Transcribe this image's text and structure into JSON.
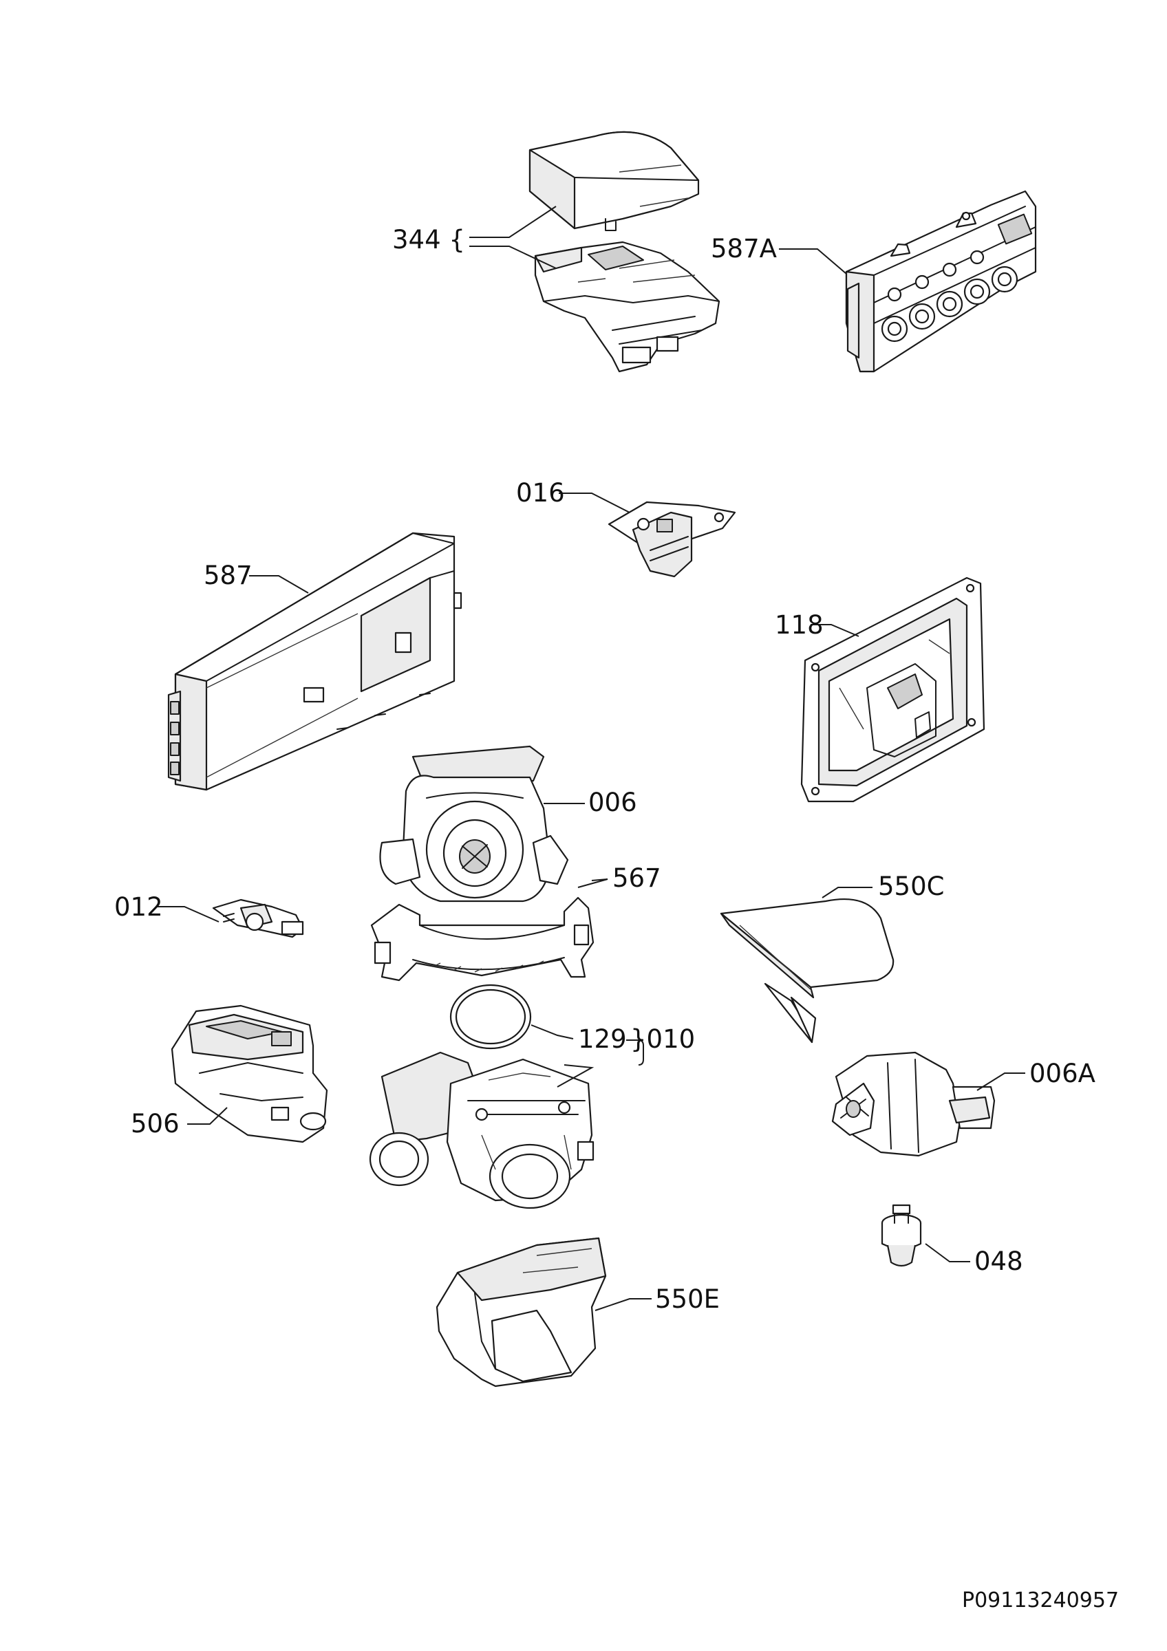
{
  "diagram": {
    "reference_code": "P09113240957",
    "groups": [
      {
        "label": "344",
        "brace": "{"
      },
      {
        "label": "010",
        "brace": "}"
      }
    ],
    "parts": [
      {
        "label": "344"
      },
      {
        "label": "587A"
      },
      {
        "label": "016"
      },
      {
        "label": "587"
      },
      {
        "label": "118"
      },
      {
        "label": "006"
      },
      {
        "label": "567"
      },
      {
        "label": "012"
      },
      {
        "label": "550C"
      },
      {
        "label": "129"
      },
      {
        "label": "010"
      },
      {
        "label": "506"
      },
      {
        "label": "006A"
      },
      {
        "label": "048"
      },
      {
        "label": "550E"
      }
    ]
  }
}
